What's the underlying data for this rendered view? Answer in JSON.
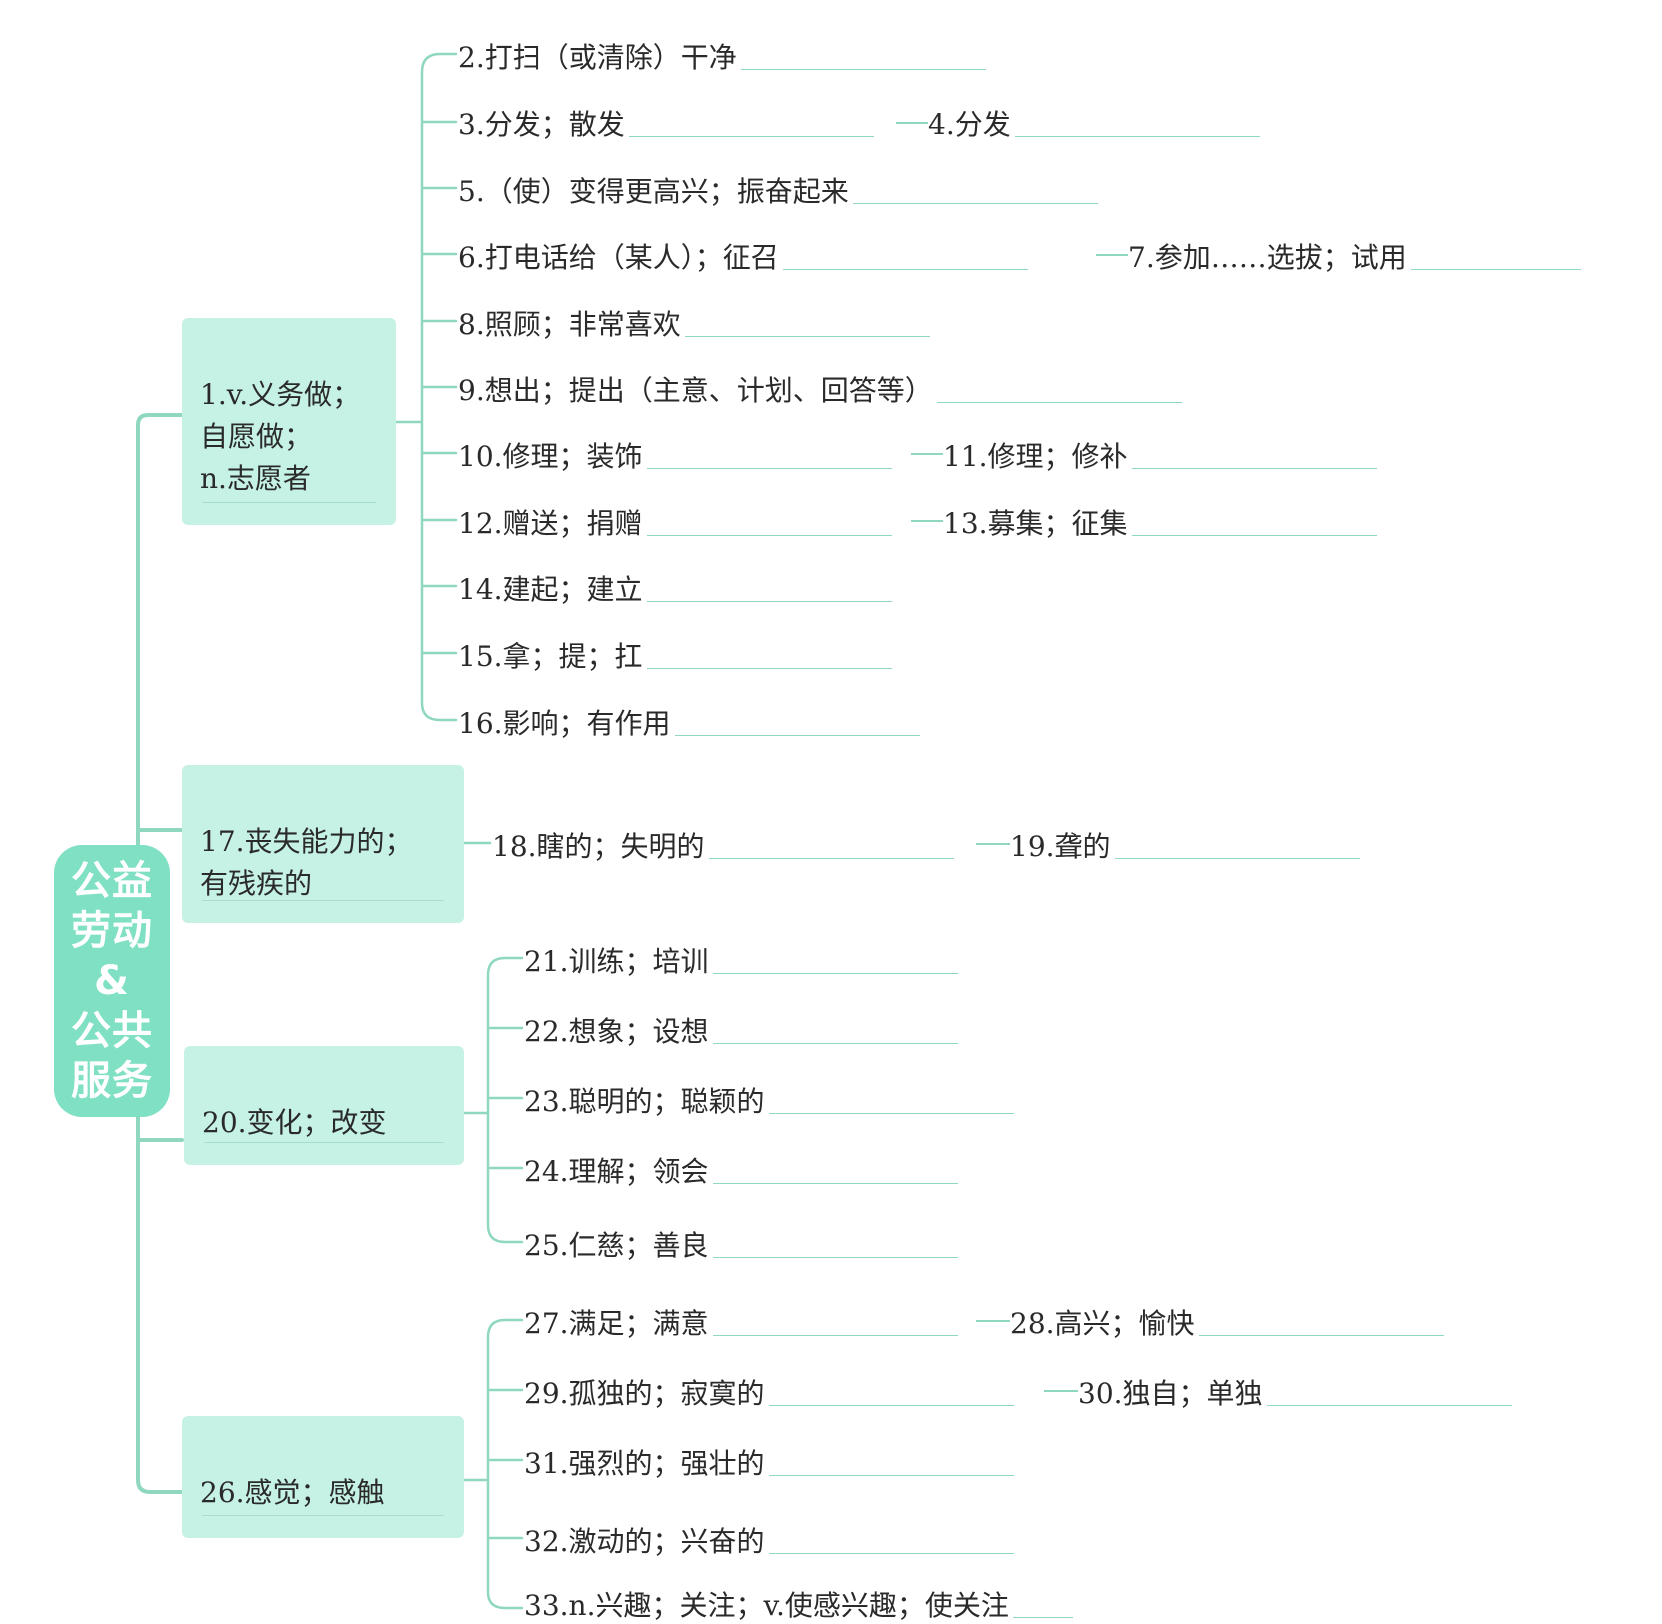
{
  "root": {
    "title": "公益\n劳动\n&\n公共\n服务"
  },
  "categories": [
    {
      "label": "1.v.义务做；\n自愿做；\nn.志愿者"
    },
    {
      "label": "17.丧失能力的；\n有残疾的"
    },
    {
      "label": "20.变化；改变"
    },
    {
      "label": "26.感觉；感触"
    }
  ],
  "items": [
    {
      "label": "2.打扫（或清除）干净"
    },
    {
      "label": "3.分发；散发"
    },
    {
      "label": "4.分发"
    },
    {
      "label": "5.（使）变得更高兴；振奋起来"
    },
    {
      "label": "6.打电话给（某人）；征召"
    },
    {
      "label": "7.参加……选拔；试用"
    },
    {
      "label": "8.照顾；非常喜欢"
    },
    {
      "label": "9.想出；提出（主意、计划、回答等）"
    },
    {
      "label": "10.修理；装饰"
    },
    {
      "label": "11.修理；修补"
    },
    {
      "label": "12.赠送；捐赠"
    },
    {
      "label": "13.募集；征集"
    },
    {
      "label": "14.建起；建立"
    },
    {
      "label": "15.拿；提；扛"
    },
    {
      "label": "16.影响；有作用"
    },
    {
      "label": "18.瞎的；失明的"
    },
    {
      "label": "19.聋的"
    },
    {
      "label": "21.训练；培训"
    },
    {
      "label": "22.想象；设想"
    },
    {
      "label": "23.聪明的；聪颖的"
    },
    {
      "label": "24.理解；领会"
    },
    {
      "label": "25.仁慈；善良"
    },
    {
      "label": "27.满足；满意"
    },
    {
      "label": "28.高兴；愉快"
    },
    {
      "label": "29.孤独的；寂寞的"
    },
    {
      "label": "30.独自；单独"
    },
    {
      "label": "31.强烈的；强壮的"
    },
    {
      "label": "32.激动的；兴奋的"
    },
    {
      "label": "33.n.兴趣；关注；v.使感兴趣；使关注"
    }
  ],
  "colors": {
    "line": "#8fd8bf",
    "root_bg": "#7fe0c4",
    "box_bg": "#c6f2e5"
  }
}
